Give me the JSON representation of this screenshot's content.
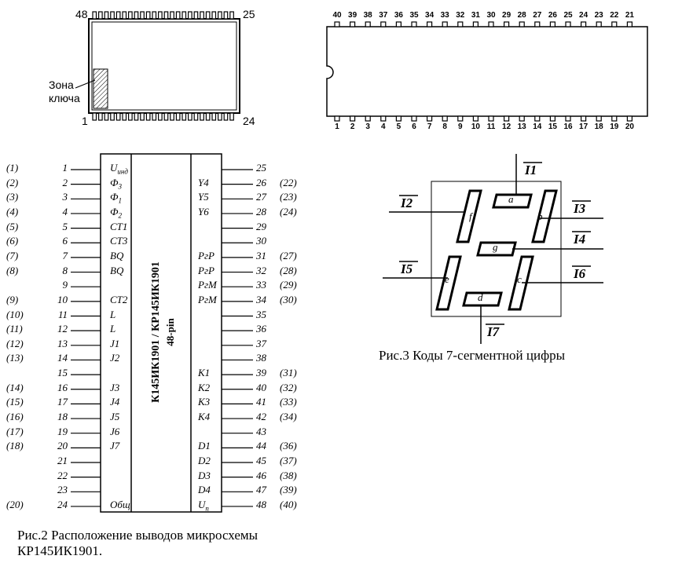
{
  "chip48": {
    "pin_first_top": "48",
    "pin_last_top": "25",
    "pin_first_bottom": "1",
    "pin_last_bottom": "24",
    "key_label_line1": "Зона",
    "key_label_line2": "ключа"
  },
  "chip40": {
    "top_numbers": [
      "40",
      "39",
      "38",
      "37",
      "36",
      "35",
      "34",
      "33",
      "32",
      "31",
      "30",
      "29",
      "28",
      "27",
      "26",
      "25",
      "24",
      "23",
      "22",
      "21"
    ],
    "bottom_numbers": [
      "1",
      "2",
      "3",
      "4",
      "5",
      "6",
      "7",
      "8",
      "9",
      "10",
      "11",
      "12",
      "13",
      "14",
      "15",
      "16",
      "17",
      "18",
      "19",
      "20"
    ]
  },
  "pinout": {
    "chip_name": "К145ИК1901 / КР145ИК1901",
    "package": "48-pin",
    "left": [
      {
        "alt": "(1)",
        "num": "1",
        "sig": "Uинд"
      },
      {
        "alt": "(2)",
        "num": "2",
        "sig": "Ф3"
      },
      {
        "alt": "(3)",
        "num": "3",
        "sig": "Ф1"
      },
      {
        "alt": "(4)",
        "num": "4",
        "sig": "Ф2"
      },
      {
        "alt": "(5)",
        "num": "5",
        "sig": "CT1"
      },
      {
        "alt": "(6)",
        "num": "6",
        "sig": "CT3"
      },
      {
        "alt": "(7)",
        "num": "7",
        "sig": "BQ"
      },
      {
        "alt": "(8)",
        "num": "8",
        "sig": "BQ"
      },
      {
        "alt": "",
        "num": "9",
        "sig": ""
      },
      {
        "alt": "(9)",
        "num": "10",
        "sig": "CT2"
      },
      {
        "alt": "(10)",
        "num": "11",
        "sig": "L"
      },
      {
        "alt": "(11)",
        "num": "12",
        "sig": "L"
      },
      {
        "alt": "(12)",
        "num": "13",
        "sig": "J1"
      },
      {
        "alt": "(13)",
        "num": "14",
        "sig": "J2"
      },
      {
        "alt": "",
        "num": "15",
        "sig": ""
      },
      {
        "alt": "(14)",
        "num": "16",
        "sig": "J3"
      },
      {
        "alt": "(15)",
        "num": "17",
        "sig": "J4"
      },
      {
        "alt": "(16)",
        "num": "18",
        "sig": "J5"
      },
      {
        "alt": "(17)",
        "num": "19",
        "sig": "J6"
      },
      {
        "alt": "(18)",
        "num": "20",
        "sig": "J7"
      },
      {
        "alt": "",
        "num": "21",
        "sig": ""
      },
      {
        "alt": "",
        "num": "22",
        "sig": ""
      },
      {
        "alt": "",
        "num": "23",
        "sig": ""
      },
      {
        "alt": "(20)",
        "num": "24",
        "sig": "Общ"
      }
    ],
    "right": [
      {
        "sig": "",
        "num": "25",
        "alt": ""
      },
      {
        "sig": "Y4",
        "num": "26",
        "alt": "(22)"
      },
      {
        "sig": "Y5",
        "num": "27",
        "alt": "(23)"
      },
      {
        "sig": "Y6",
        "num": "28",
        "alt": "(24)"
      },
      {
        "sig": "",
        "num": "29",
        "alt": ""
      },
      {
        "sig": "",
        "num": "30",
        "alt": ""
      },
      {
        "sig": "PгP",
        "num": "31",
        "alt": "(27)"
      },
      {
        "sig": "PгP",
        "num": "32",
        "alt": "(28)"
      },
      {
        "sig": "PгM",
        "num": "33",
        "alt": "(29)"
      },
      {
        "sig": "PгM",
        "num": "34",
        "alt": "(30)"
      },
      {
        "sig": "",
        "num": "35",
        "alt": ""
      },
      {
        "sig": "",
        "num": "36",
        "alt": ""
      },
      {
        "sig": "",
        "num": "37",
        "alt": ""
      },
      {
        "sig": "",
        "num": "38",
        "alt": ""
      },
      {
        "sig": "K1",
        "num": "39",
        "alt": "(31)"
      },
      {
        "sig": "K2",
        "num": "40",
        "alt": "(32)"
      },
      {
        "sig": "K3",
        "num": "41",
        "alt": "(33)"
      },
      {
        "sig": "K4",
        "num": "42",
        "alt": "(34)"
      },
      {
        "sig": "",
        "num": "43",
        "alt": ""
      },
      {
        "sig": "D1",
        "num": "44",
        "alt": "(36)"
      },
      {
        "sig": "D2",
        "num": "45",
        "alt": "(37)"
      },
      {
        "sig": "D3",
        "num": "46",
        "alt": "(38)"
      },
      {
        "sig": "D4",
        "num": "47",
        "alt": "(39)"
      },
      {
        "sig": "Uп",
        "num": "48",
        "alt": "(40)"
      }
    ]
  },
  "segment": {
    "labels": {
      "a": "a",
      "b": "b",
      "c": "c",
      "d": "d",
      "e": "e",
      "f": "f",
      "g": "g"
    },
    "lines": {
      "I1": "I1",
      "I2": "I2",
      "I3": "I3",
      "I4": "I4",
      "I5": "I5",
      "I6": "I6",
      "I7": "I7"
    }
  },
  "captions": {
    "fig2_line1": "Рис.2  Расположение выводов микросхемы",
    "fig2_line2": "КР145ИК1901.",
    "fig3": "Рис.3 Коды 7-сегментной цифры"
  }
}
